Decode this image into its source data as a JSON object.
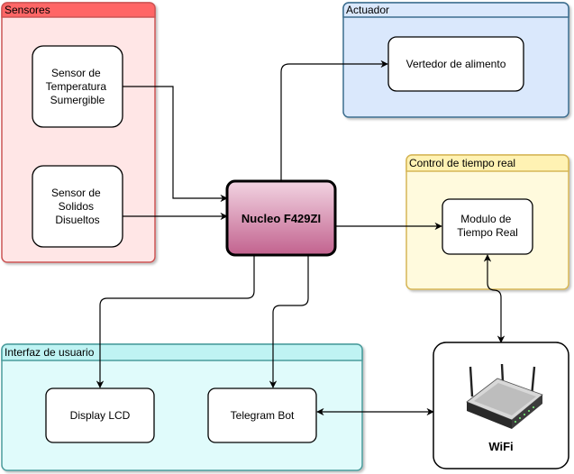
{
  "groups": {
    "sensores": {
      "title": "Sensores",
      "fill": "#ffe6e6",
      "header": "#ff6666",
      "stroke": "#cc5555"
    },
    "actuador": {
      "title": "Actuador",
      "fill": "#dae8fc",
      "header": "#dae8fc",
      "stroke": "#3c6e8f"
    },
    "control": {
      "title": "Control de tiempo real",
      "fill": "#fffadd",
      "header": "#fff2b3",
      "stroke": "#d6b656"
    },
    "interfaz": {
      "title": "Interfaz de usuario",
      "fill": "#e0fbfb",
      "header": "#bff3f3",
      "stroke": "#4b9c9c"
    }
  },
  "nodes": {
    "temp_sensor": [
      "Sensor de",
      "Temperatura",
      "Sumergible"
    ],
    "solids_sensor": [
      "Sensor de",
      "Solidos",
      "Disueltos"
    ],
    "feeder": [
      "Vertedor de alimento"
    ],
    "mcu": "Nucleo F429ZI",
    "rtc": [
      "Modulo de",
      "Tiempo Real"
    ],
    "lcd": [
      "Display LCD"
    ],
    "telegram": [
      "Telegram Bot"
    ],
    "wifi": "WiFi"
  },
  "colors": {
    "mcu_top": "#f2d4e2",
    "mcu_bottom": "#c2628e"
  }
}
